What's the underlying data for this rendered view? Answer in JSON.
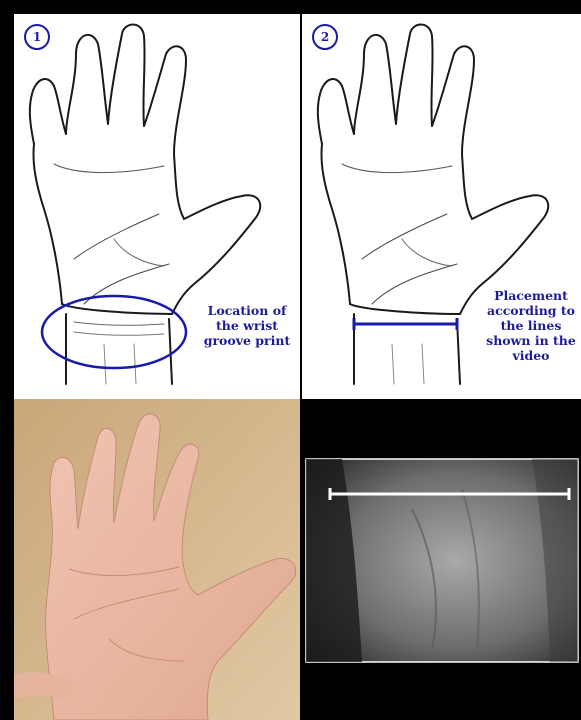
{
  "panels": [
    {
      "number": "1",
      "caption_lines": [
        "Location of",
        "the wrist",
        "groove print"
      ]
    },
    {
      "number": "2",
      "caption_lines": [
        "Placement",
        "according to",
        "the lines",
        "shown in the",
        "video"
      ]
    }
  ],
  "colors": {
    "annotation_blue": "#1c1c9a",
    "background": "#000000",
    "skin": "#e8b9a6"
  },
  "icons": [
    "palm-sketch",
    "wrist-ellipse-marker",
    "placement-line-marker",
    "palm-photo",
    "wrist-xray-scan"
  ]
}
